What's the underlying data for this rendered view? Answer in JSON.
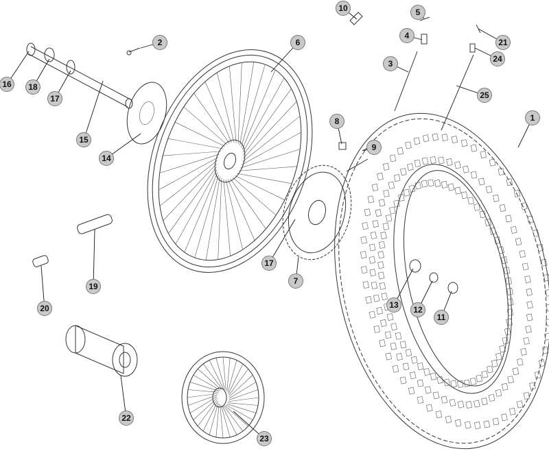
{
  "diagram": {
    "title": "Rear wheel exploded parts diagram",
    "callouts": [
      "10",
      "5",
      "2",
      "6",
      "4",
      "21",
      "24",
      "3",
      "16",
      "18",
      "17",
      "25",
      "1",
      "8",
      "15",
      "9",
      "14",
      "19",
      "17",
      "7",
      "13",
      "12",
      "11",
      "20",
      "22",
      "23"
    ]
  }
}
